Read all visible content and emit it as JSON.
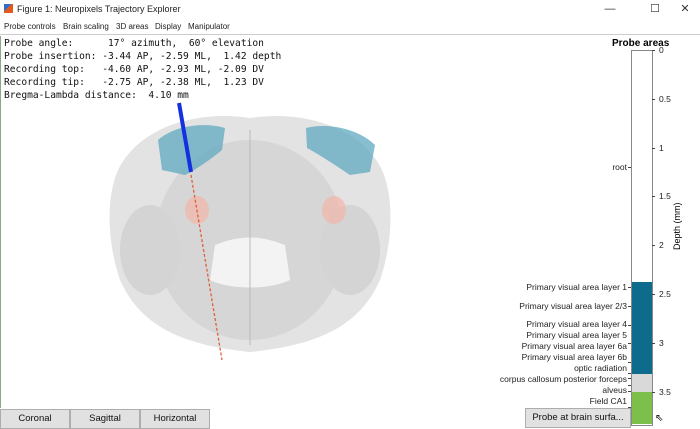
{
  "window": {
    "title": "Figure 1: Neuropixels Trajectory Explorer",
    "minimize": "—",
    "maximize": "☐",
    "close": "✕"
  },
  "menu": [
    "Probe controls",
    "Brain scaling",
    "3D areas",
    "Display",
    "Manipulator"
  ],
  "info": {
    "probe_angle": "Probe angle:      17° azimuth,  60° elevation",
    "probe_insertion": "Probe insertion: -3.44 AP, -2.59 ML,  1.42 depth",
    "recording_top": "Recording top:   -4.60 AP, -2.93 ML, -2.09 DV",
    "recording_tip": "Recording tip:   -2.75 AP, -2.38 ML,  1.23 DV",
    "bregma_lambda": "Bregma-Lambda distance:  4.10 mm"
  },
  "probe_areas": {
    "title": "Probe areas",
    "ylabel": "Depth (mm)",
    "ticks": [
      "0",
      "0.5",
      "1",
      "1.5",
      "2",
      "2.5",
      "3",
      "3.5"
    ],
    "segments": [
      {
        "from": 0,
        "to": 2.38,
        "color": "#ffffff"
      },
      {
        "from": 2.38,
        "to": 3.32,
        "color": "#0f6b8c"
      },
      {
        "from": 3.32,
        "to": 3.5,
        "color": "#d9d9d9"
      },
      {
        "from": 3.5,
        "to": 3.83,
        "color": "#7cbf4a"
      }
    ],
    "labels": [
      {
        "text": "root",
        "depth": 1.2
      },
      {
        "text": "Primary visual area layer 1",
        "depth": 2.43
      },
      {
        "text": "Primary visual area layer 2/3",
        "depth": 2.62
      },
      {
        "text": "Primary visual area layer 4",
        "depth": 2.82
      },
      {
        "text": "Primary visual area layer 5",
        "depth": 3.0
      },
      {
        "text": "Primary visual area layer 6a",
        "depth": 3.2
      },
      {
        "text": "Primary visual area layer 6b",
        "depth": 3.31
      },
      {
        "text": "optic radiation",
        "depth": 3.36
      },
      {
        "text": "corpus callosum posterior forceps",
        "depth": 3.43
      },
      {
        "text": "alveus",
        "depth": 3.49
      },
      {
        "text": "Field CA1",
        "depth": 3.66
      }
    ]
  },
  "buttons": {
    "coronal": "Coronal",
    "sagittal": "Sagittal",
    "horizontal": "Horizontal",
    "surface": "Probe at brain surfa..."
  }
}
